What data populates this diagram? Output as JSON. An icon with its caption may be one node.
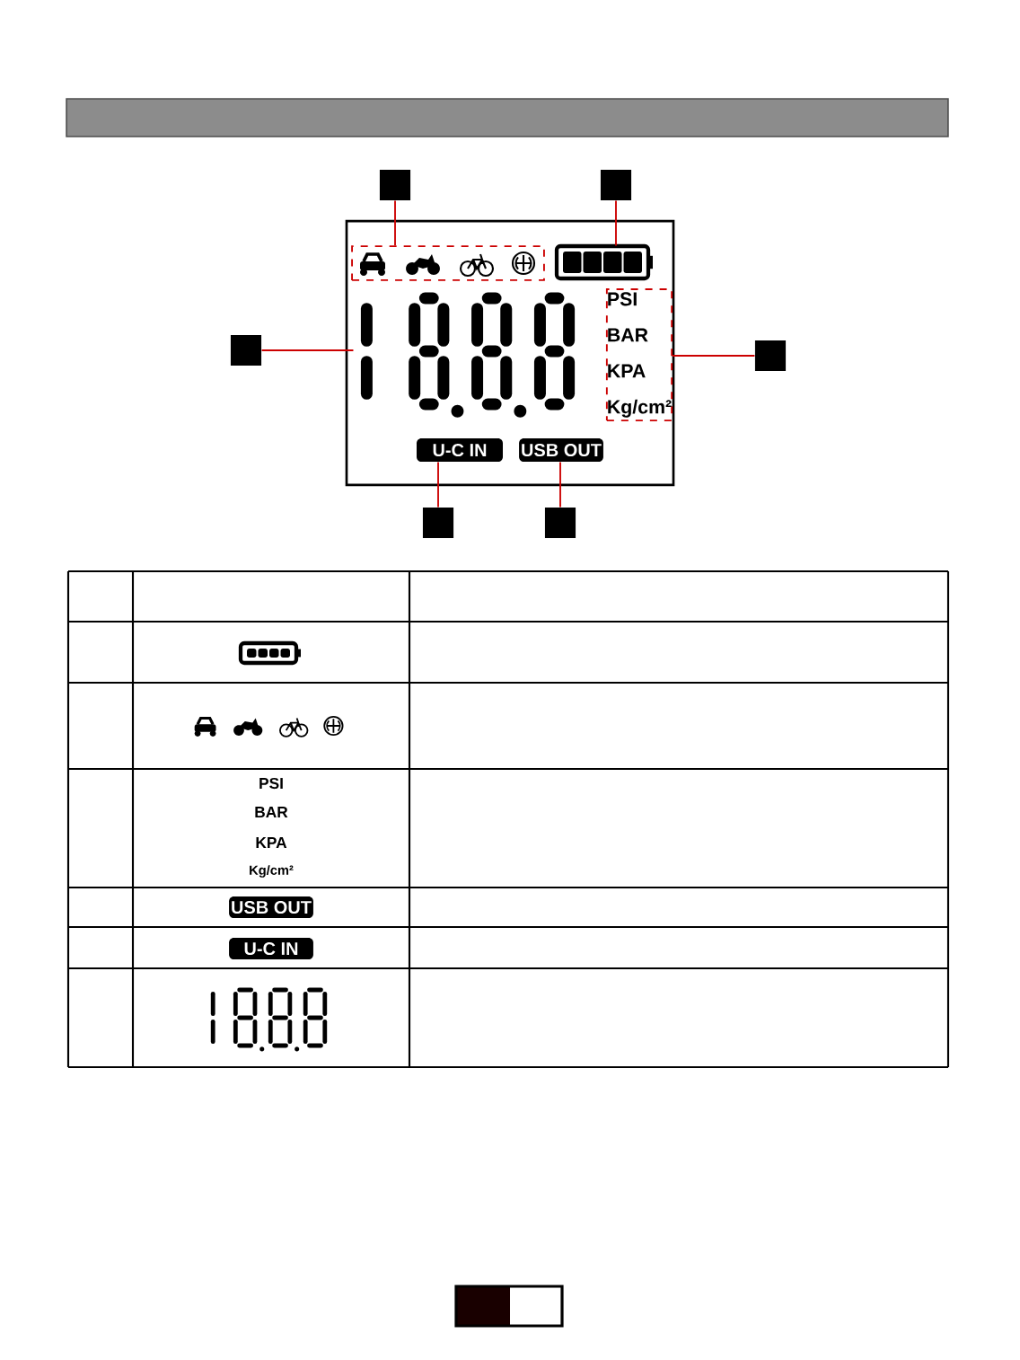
{
  "diagram": {
    "nodes": [
      {
        "text": [],
        "shape": "bar"
      },
      {
        "text": [],
        "shape": "box"
      },
      {
        "text": [],
        "shape": "box"
      },
      {
        "text": [],
        "shape": "box"
      },
      {
        "text": [],
        "shape": "box",
        "in": 3
      },
      {
        "text": [],
        "shape": "battery",
        "in": 3
      },
      {
        "text": [],
        "shape": "box"
      },
      {
        "text": [],
        "shape": "display",
        "in": 3
      },
      {
        "text": [
          "PSI",
          "BAR",
          "KPA",
          "Kg/cm²"
        ],
        "in": 3
      },
      {
        "text": [],
        "shape": "box"
      },
      {
        "text": [
          "U-C  IN"
        ],
        "in": 3
      },
      {
        "text": [
          "USB OUT"
        ],
        "in": 3
      },
      {
        "text": [],
        "shape": "box"
      },
      {
        "text": [],
        "shape": "box"
      },
      {
        "text": [
          "USB OUT"
        ]
      },
      {
        "text": [
          "U-C  IN"
        ]
      }
    ],
    "edges": [
      {
        "from": 1,
        "to": 4,
        "arrow": "none"
      },
      {
        "from": 2,
        "to": 5,
        "arrow": "none"
      },
      {
        "from": 6,
        "to": 7,
        "arrow": "none"
      },
      {
        "from": 9,
        "to": 8,
        "arrow": "none"
      },
      {
        "from": 12,
        "to": 10,
        "arrow": "none"
      },
      {
        "from": 13,
        "to": 11,
        "arrow": "none"
      }
    ],
    "labels": [
      "PSI",
      "BAR",
      "KPA",
      "Kg/cm²"
    ]
  }
}
